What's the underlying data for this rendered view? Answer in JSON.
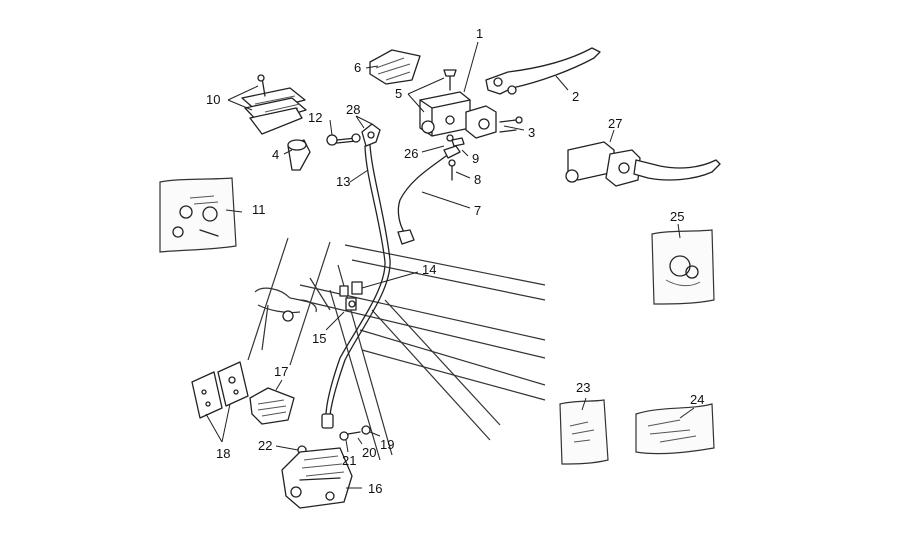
{
  "callouts": {
    "n1": "1",
    "n2": "2",
    "n3": "3",
    "n4": "4",
    "n5": "5",
    "n6": "6",
    "n7": "7",
    "n8": "8",
    "n9": "9",
    "n10": "10",
    "n11": "11",
    "n12": "12",
    "n13": "13",
    "n14": "14",
    "n15": "15",
    "n16": "16",
    "n17": "17",
    "n18": "18",
    "n19": "19",
    "n20": "20",
    "n21": "21",
    "n22": "22",
    "n23": "23",
    "n24": "24",
    "n25": "25",
    "n26": "26",
    "n27": "27",
    "n28": "28"
  }
}
